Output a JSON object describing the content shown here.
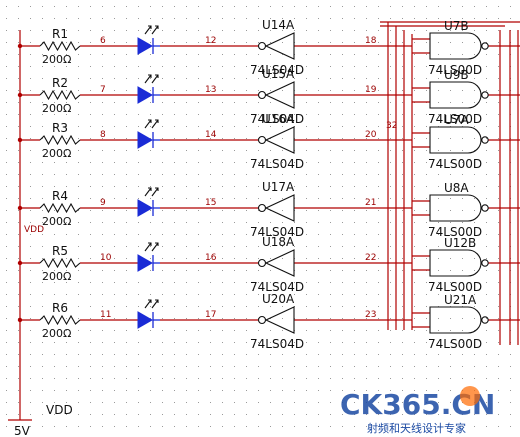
{
  "grid": {
    "on": true
  },
  "colors": {
    "wire": "#b00000",
    "component": "#1a2bd6",
    "body": "#111111",
    "net": "#9b0000",
    "watermark_blue": "#1b4aa3",
    "watermark_orange": "#ff6a00"
  },
  "supply": {
    "label": "5V",
    "vdd_bottom": "VDD",
    "vdd_side": "VDD"
  },
  "resistors": [
    {
      "ref": "R1",
      "value": "200Ω"
    },
    {
      "ref": "R2",
      "value": "200Ω"
    },
    {
      "ref": "R3",
      "value": "200Ω"
    },
    {
      "ref": "R4",
      "value": "200Ω"
    },
    {
      "ref": "R5",
      "value": "200Ω"
    },
    {
      "ref": "R6",
      "value": "200Ω"
    }
  ],
  "leds": [
    "LED1",
    "LED2",
    "LED3",
    "LED4",
    "LED5",
    "LED6"
  ],
  "inverters": {
    "refs": [
      "U14A",
      "U15A",
      "U16A",
      "U17A",
      "U18A",
      "U20A"
    ],
    "part": "74LS04D"
  },
  "nand_gates": {
    "refs": [
      "U7B",
      "U9B",
      "U7A",
      "U8A",
      "U12B",
      "U21A"
    ],
    "part": "74LS00D"
  },
  "nets": {
    "resistor_led": [
      "6",
      "7",
      "8",
      "9",
      "10",
      "11"
    ],
    "led_inverter": [
      "12",
      "13",
      "14",
      "15",
      "16",
      "17"
    ],
    "inverter_out": [
      "18",
      "19",
      "20",
      "21",
      "22",
      "23"
    ],
    "bus": "32"
  },
  "watermark": {
    "brand": "CK365.CN",
    "subtitle": "射频和天线设计专家"
  }
}
